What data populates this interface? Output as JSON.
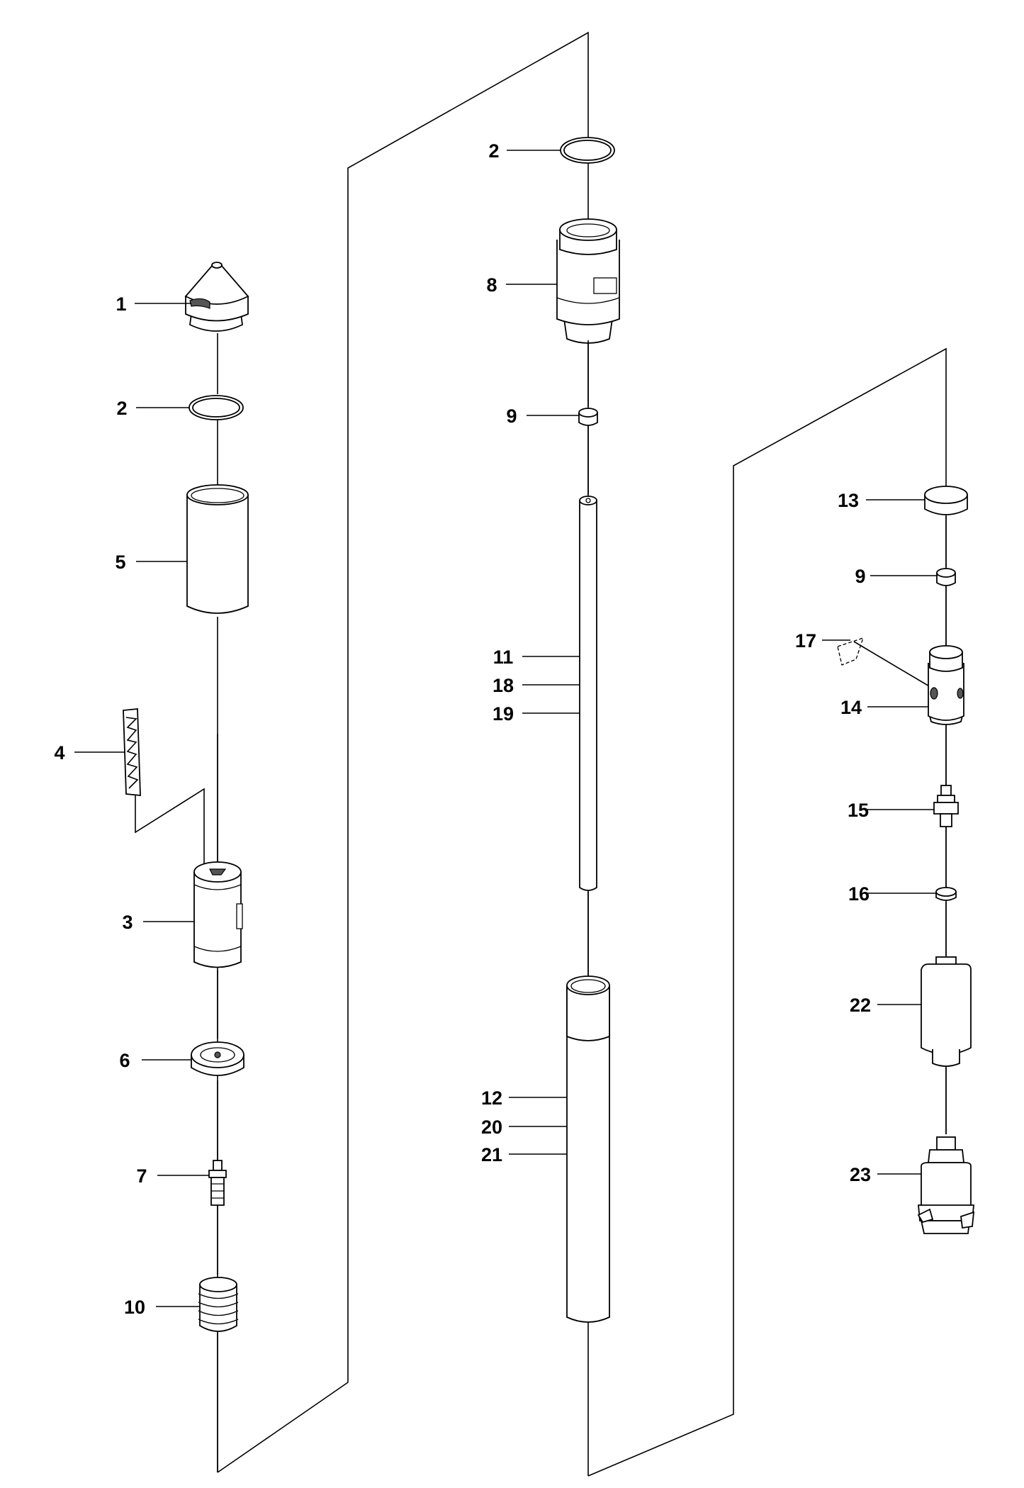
{
  "callouts": {
    "c1": "1",
    "c2a": "2",
    "c2b": "2",
    "c3": "3",
    "c4": "4",
    "c5": "5",
    "c6": "6",
    "c7": "7",
    "c8": "8",
    "c9a": "9",
    "c9b": "9",
    "c10": "10",
    "c11": "11",
    "c12": "12",
    "c13": "13",
    "c14": "14",
    "c15": "15",
    "c16": "16",
    "c17": "17",
    "c18": "18",
    "c19": "19",
    "c20": "20",
    "c21": "21",
    "c22": "22",
    "c23": "23"
  },
  "colors": {
    "line": "#000000",
    "background": "#ffffff"
  }
}
